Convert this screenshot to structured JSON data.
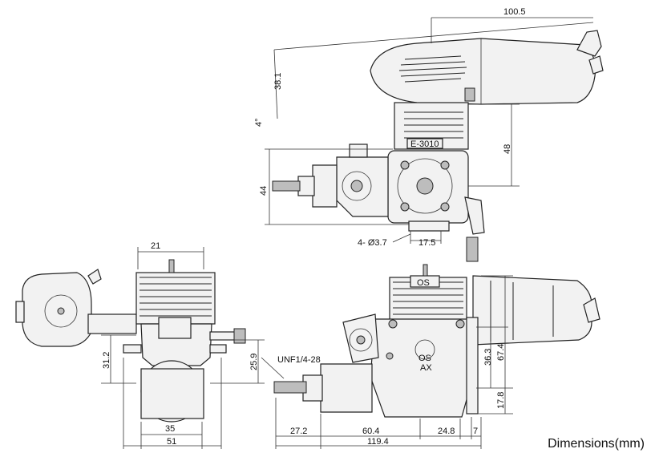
{
  "caption": "Dimensions(mm)",
  "dimensions": {
    "length_total": "100.5",
    "muffler_len": "38.1",
    "angle": "4°",
    "height_48": "48",
    "height_44": "44",
    "bolt": "4- Ø3.7",
    "span_17_5": "17.5",
    "width_21": "21",
    "h_31_2": "31.2",
    "h_25_9": "25.9",
    "w_35": "35",
    "w_51": "51",
    "thread": "UNF1/4-28",
    "h_36_3": "36.3",
    "h_67_4": "67.4",
    "h_17_8": "17.8",
    "l_27_2": "27.2",
    "l_60_4": "60.4",
    "l_24_8": "24.8",
    "l_7": "7",
    "l_119_4": "119.4"
  },
  "markings": {
    "engine_code": "E-3010",
    "brand": "OS",
    "model": "AX"
  }
}
